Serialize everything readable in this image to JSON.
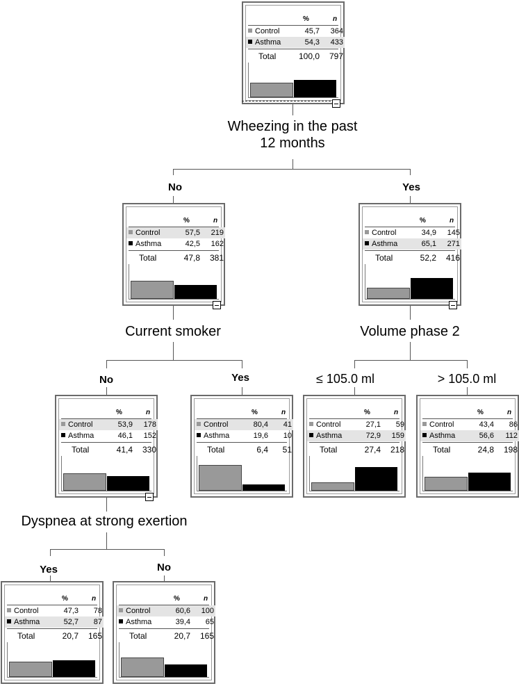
{
  "columns": {
    "pct": "%",
    "n": "n"
  },
  "categories": {
    "control": "Control",
    "asthma": "Asthma",
    "total": "Total"
  },
  "colors": {
    "control": "#999999",
    "asthma": "#000000"
  },
  "nodes": {
    "root": {
      "control": {
        "pct": "45,7",
        "n": "364"
      },
      "asthma": {
        "pct": "54,3",
        "n": "433"
      },
      "total": {
        "pct": "100,0",
        "n": "797"
      },
      "control_frac": 0.457,
      "asthma_frac": 0.543
    },
    "wheeze_no": {
      "control": {
        "pct": "57,5",
        "n": "219"
      },
      "asthma": {
        "pct": "42,5",
        "n": "162"
      },
      "total": {
        "pct": "47,8",
        "n": "381"
      },
      "control_frac": 0.575,
      "asthma_frac": 0.425
    },
    "wheeze_yes": {
      "control": {
        "pct": "34,9",
        "n": "145"
      },
      "asthma": {
        "pct": "65,1",
        "n": "271"
      },
      "total": {
        "pct": "52,2",
        "n": "416"
      },
      "control_frac": 0.349,
      "asthma_frac": 0.651
    },
    "smoker_no": {
      "control": {
        "pct": "53,9",
        "n": "178"
      },
      "asthma": {
        "pct": "46,1",
        "n": "152"
      },
      "total": {
        "pct": "41,4",
        "n": "330"
      },
      "control_frac": 0.539,
      "asthma_frac": 0.461
    },
    "smoker_yes": {
      "control": {
        "pct": "80,4",
        "n": "41"
      },
      "asthma": {
        "pct": "19,6",
        "n": "10"
      },
      "total": {
        "pct": "6,4",
        "n": "51"
      },
      "control_frac": 0.804,
      "asthma_frac": 0.196
    },
    "vol_le": {
      "control": {
        "pct": "27,1",
        "n": "59"
      },
      "asthma": {
        "pct": "72,9",
        "n": "159"
      },
      "total": {
        "pct": "27,4",
        "n": "218"
      },
      "control_frac": 0.271,
      "asthma_frac": 0.729
    },
    "vol_gt": {
      "control": {
        "pct": "43,4",
        "n": "86"
      },
      "asthma": {
        "pct": "56,6",
        "n": "112"
      },
      "total": {
        "pct": "24,8",
        "n": "198"
      },
      "control_frac": 0.434,
      "asthma_frac": 0.566
    },
    "dysp_yes": {
      "control": {
        "pct": "47,3",
        "n": "78"
      },
      "asthma": {
        "pct": "52,7",
        "n": "87"
      },
      "total": {
        "pct": "20,7",
        "n": "165"
      },
      "control_frac": 0.473,
      "asthma_frac": 0.527
    },
    "dysp_no": {
      "control": {
        "pct": "60,6",
        "n": "100"
      },
      "asthma": {
        "pct": "39,4",
        "n": "65"
      },
      "total": {
        "pct": "20,7",
        "n": "165"
      },
      "control_frac": 0.606,
      "asthma_frac": 0.394
    }
  },
  "splits": {
    "wheezing": "Wheezing in the past\n12 months",
    "smoker": "Current smoker",
    "volume": "Volume phase 2",
    "dyspnea": "Dyspnea at strong exertion"
  },
  "branches": {
    "wheeze_no": "No",
    "wheeze_yes": "Yes",
    "smoker_no": "No",
    "smoker_yes": "Yes",
    "vol_le": "≤ 105.0 ml",
    "vol_gt": "> 105.0 ml",
    "dysp_yes": "Yes",
    "dysp_no": "No"
  }
}
